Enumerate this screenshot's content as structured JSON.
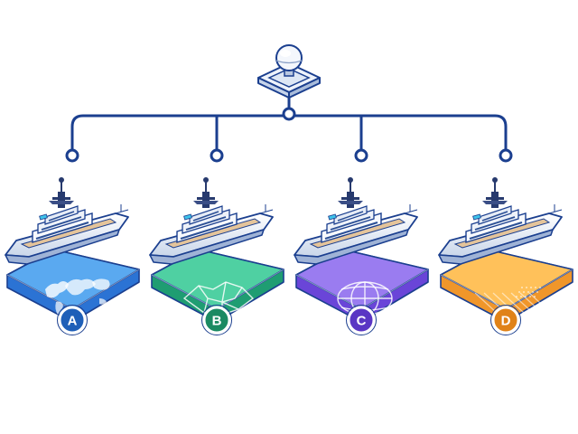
{
  "hub": {
    "icon": "satellite-radome-icon"
  },
  "tiles": [
    {
      "id": "a",
      "label": "A",
      "pattern": "world-map",
      "icon": "yacht-icon",
      "colors": {
        "top": "#5aa9f0",
        "side": "#2b73d4",
        "badge": "#1e5fb8"
      }
    },
    {
      "id": "b",
      "label": "B",
      "pattern": "regions-map",
      "icon": "yacht-icon",
      "colors": {
        "top": "#4fd0a2",
        "side": "#1f9d72",
        "badge": "#1b8a62"
      }
    },
    {
      "id": "c",
      "label": "C",
      "pattern": "globe-grid",
      "icon": "yacht-icon",
      "colors": {
        "top": "#9a7cf0",
        "side": "#6a45d8",
        "badge": "#5a36c4"
      }
    },
    {
      "id": "d",
      "label": "D",
      "pattern": "dotted-lines",
      "icon": "yacht-icon",
      "colors": {
        "top": "#ffc15a",
        "side": "#f0962a",
        "badge": "#e08218"
      }
    }
  ],
  "connector_color": "#1b3f8f"
}
